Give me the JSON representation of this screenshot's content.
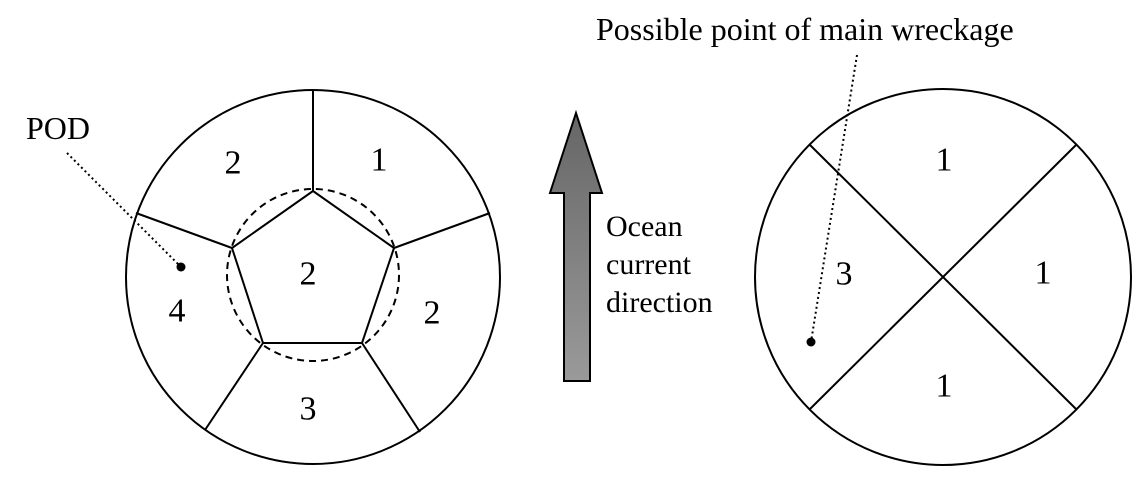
{
  "left_figure": {
    "pod_label": "POD",
    "zones": {
      "top_right": "1",
      "top_left": "2",
      "center": "2",
      "right": "2",
      "bottom": "3",
      "left": "4"
    }
  },
  "arrow": {
    "label_lines": [
      "Ocean",
      "current",
      "direction"
    ],
    "fill_color": "#808080"
  },
  "right_figure": {
    "wreckage_label": "Possible point of main wreckage",
    "zones": {
      "top": "1",
      "right": "1",
      "bottom": "1",
      "left": "3"
    }
  }
}
